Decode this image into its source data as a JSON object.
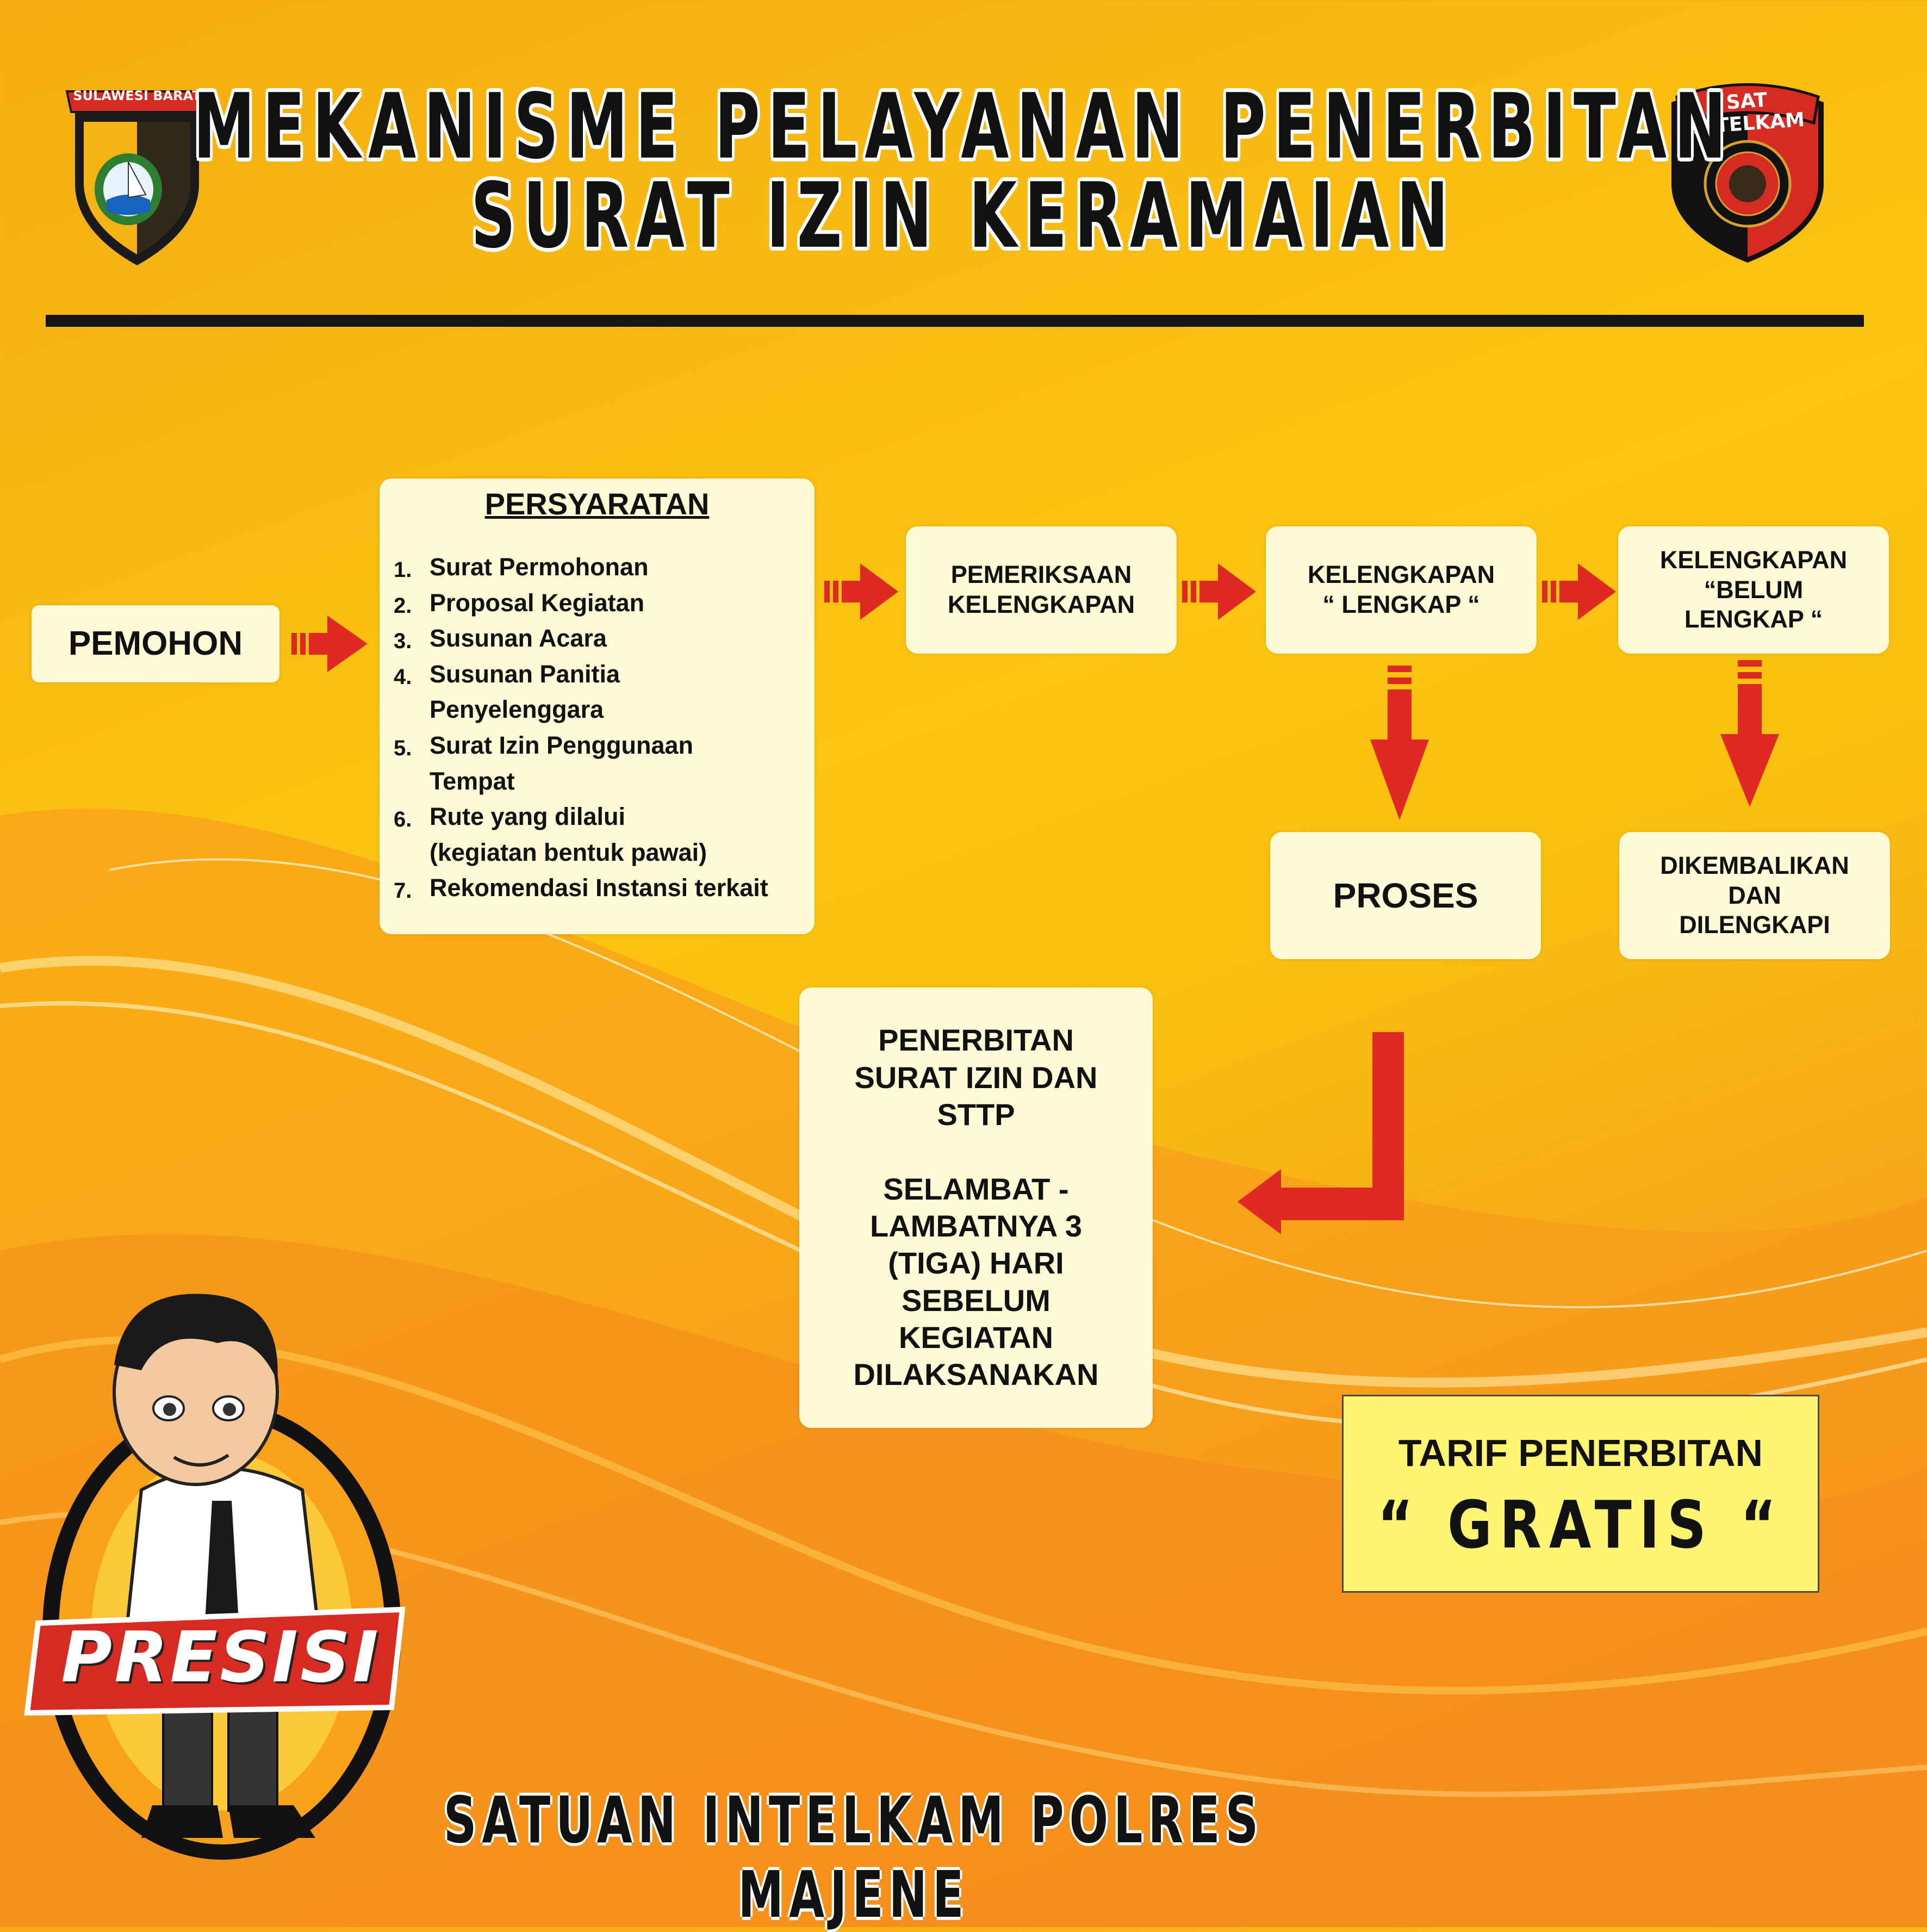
{
  "header": {
    "title_line1": "MEKANISME PELAYANAN PENERBITAN",
    "title_line2": "SURAT IZIN KERAMAIAN"
  },
  "logos": {
    "left_badge_text": "SULAWESI BARAT",
    "right_badge_text": "SAT INTELKAM",
    "mascot_badge_text": "PRESISI"
  },
  "flow": {
    "pemohon": "PEMOHON",
    "persyaratan": {
      "title": "PERSYARATAN",
      "items": [
        {
          "num": "1.",
          "text": "Surat Permohonan"
        },
        {
          "num": "2.",
          "text": "Proposal Kegiatan"
        },
        {
          "num": "3.",
          "text": "Susunan Acara"
        },
        {
          "num": "4.",
          "text": "Susunan Panitia\nPenyelenggara"
        },
        {
          "num": "5.",
          "text": "Surat Izin Penggunaan\nTempat"
        },
        {
          "num": "6.",
          "text": "Rute yang dilalui\n(kegiatan bentuk pawai)"
        },
        {
          "num": "7.",
          "text": "Rekomendasi Instansi terkait"
        }
      ]
    },
    "pemeriksaan": "PEMERIKSAAN\nKELENGKAPAN",
    "lengkap": "KELENGKAPAN\n“ LENGKAP “",
    "belum_lengkap": "KELENGKAPAN\n“BELUM\nLENGKAP “",
    "proses": "PROSES",
    "dikembalikan": "DIKEMBALIKAN\nDAN\nDILENGKAPI",
    "penerbitan": "PENERBITAN\nSURAT IZIN DAN\nSTTP\n\nSELAMBAT -\nLAMBATNYA 3\n(TIGA) HARI\nSEBELUM\nKEGIATAN\nDILAKSANAKAN"
  },
  "tarif": {
    "label": "TARIF PENERBITAN",
    "value": "“ GRATIS “"
  },
  "footer": {
    "text": "SATUAN INTELKAM POLRES MAJENE"
  },
  "colors": {
    "arrow": "#de2a22",
    "box": "#fefbd6",
    "tarif_box": "#fef571",
    "title_text": "#111111"
  }
}
